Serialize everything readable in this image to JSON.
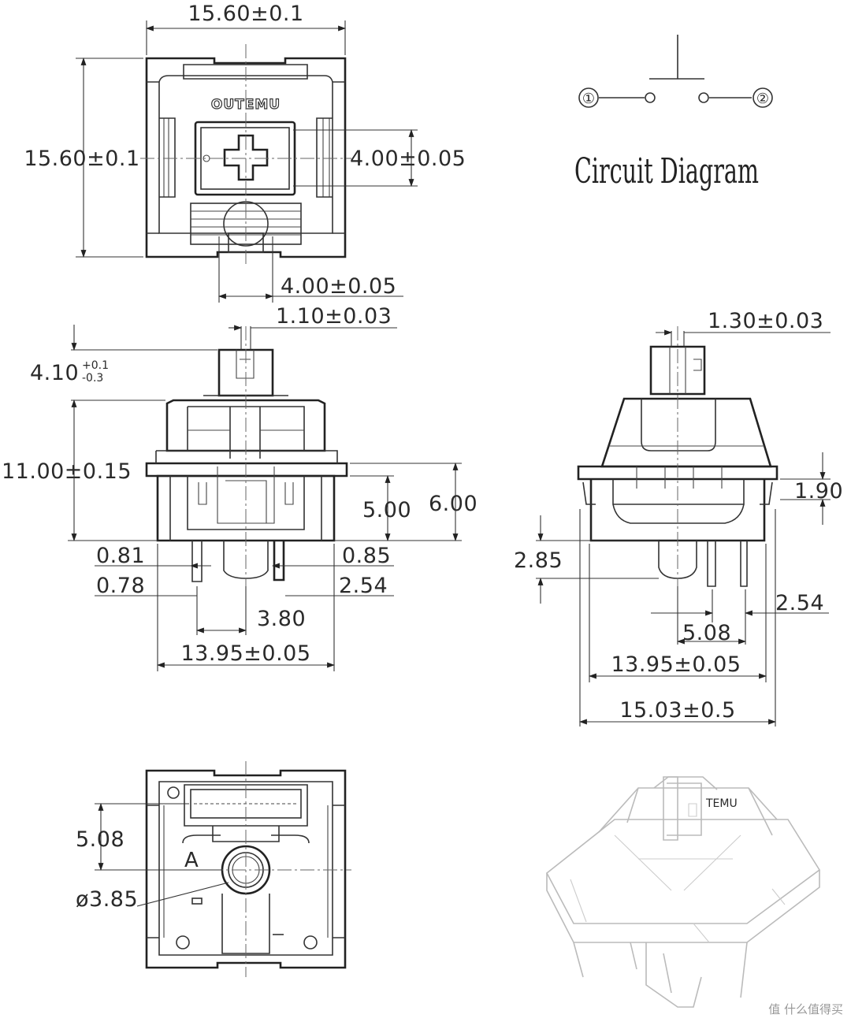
{
  "top_view": {
    "width_dim": "15.60±0.1",
    "height_dim": "15.60±0.1",
    "stem_width_dim": "4.00±0.05",
    "stem_height_dim": "4.00±0.05",
    "brand": "OUTEMU"
  },
  "circuit": {
    "terminal_1": "①",
    "terminal_2": "②",
    "caption": "Circuit Diagram"
  },
  "front_view": {
    "stem_thickness": "1.10±0.03",
    "stem_travel_main": "4.10",
    "stem_travel_tol_plus": "+0.1",
    "stem_travel_tol_minus": "-0.3",
    "total_height": "11.00±0.15",
    "body_height_low": "5.00",
    "body_height_high": "6.00",
    "pin_left_a": "0.81",
    "pin_left_b": "0.78",
    "pin_right_a": "0.85",
    "pin_offset": "2.54",
    "pin_spacing": "3.80",
    "body_width": "13.95±0.05"
  },
  "side_view": {
    "stem_thickness": "1.30±0.03",
    "clip_height": "1.90",
    "post_height": "2.85",
    "pin_offset": "2.54",
    "pin_spacing": "5.08",
    "body_width": "13.95±0.05",
    "flange_width": "15.03±0.5"
  },
  "bottom_view": {
    "led_offset": "5.08",
    "hole_diameter": "ø3.85",
    "side_mark": "A"
  },
  "watermark": "值 什么值得买"
}
